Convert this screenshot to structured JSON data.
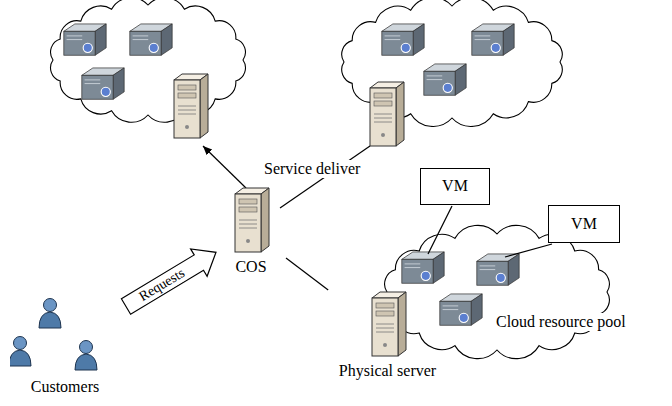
{
  "diagram": {
    "nodes": [
      {
        "text": [
          "Customers"
        ]
      },
      {
        "text": [
          "COS"
        ]
      },
      {
        "text": [
          "Physical server"
        ]
      },
      {
        "text": [
          "VM"
        ]
      },
      {
        "text": [
          "VM"
        ]
      }
    ],
    "edges": [
      {
        "from": 0,
        "to": 1,
        "label": "Requests",
        "arrow": "to"
      },
      {
        "from": 1,
        "to": 2,
        "arrow": "none"
      }
    ],
    "labels": [
      "Service deliver",
      "Cloud resource pool"
    ]
  }
}
